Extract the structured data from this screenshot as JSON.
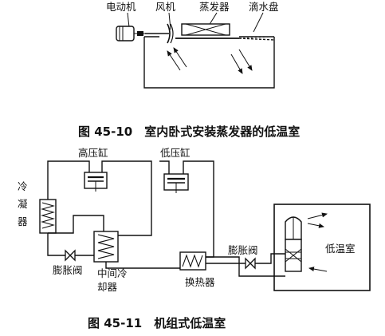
{
  "figure_top": {
    "labels": {
      "motor": "电动机",
      "fan": "风机",
      "evaporator": "蒸发器",
      "drip_tray": "滴水盘"
    },
    "caption": "图 45-10　室内卧式安装蒸发器的低温室"
  },
  "figure_bottom": {
    "labels": {
      "hp_cylinder": "高压缸",
      "lp_cylinder": "低压缸",
      "condenser_1": "冷",
      "condenser_2": "凝",
      "condenser_3": "器",
      "exp_valve_left": "膨胀阀",
      "intercooler_1": "中间冷",
      "intercooler_2": "却器",
      "heat_exchanger": "换热器",
      "exp_valve_right": "膨胀阀",
      "cold_room": "低温室"
    },
    "caption": "图 45-11　机组式低温室"
  }
}
